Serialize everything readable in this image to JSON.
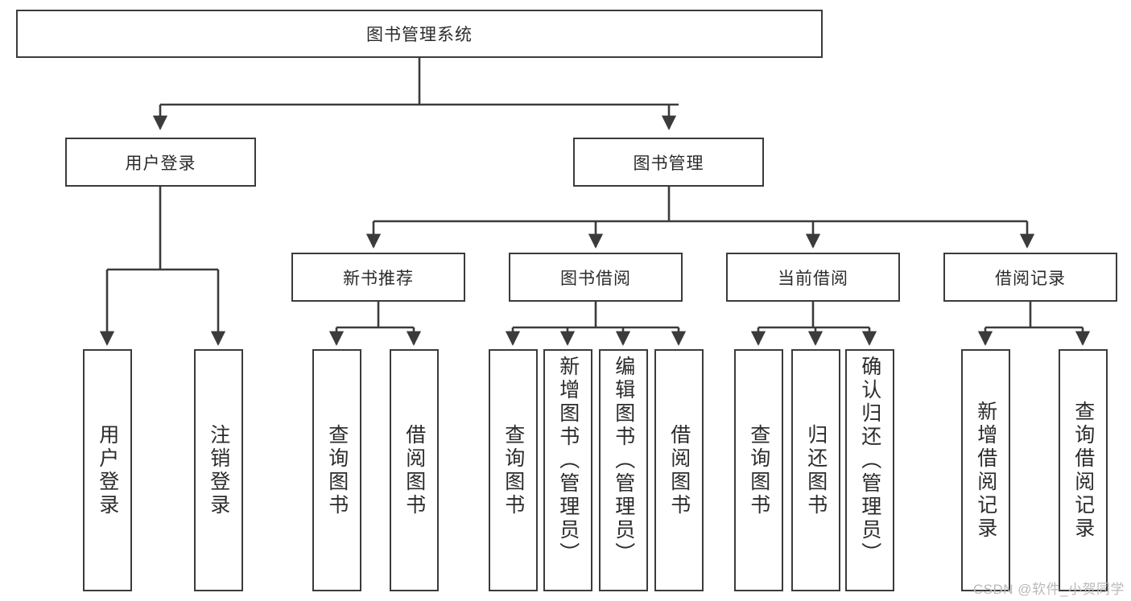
{
  "diagram": {
    "title": "图书管理系统",
    "type": "tree-hierarchy-chart",
    "colors": {
      "stroke": "#3b3b3b",
      "text": "#2b2b2b",
      "background": "#ffffff",
      "watermark": "#b9b9b9"
    },
    "root": {
      "id": "root",
      "label": "图书管理系统"
    },
    "level1": [
      {
        "id": "user-login",
        "label": "用户登录"
      },
      {
        "id": "book-manage",
        "label": "图书管理"
      }
    ],
    "level2": [
      {
        "id": "new-book-recommend",
        "label": "新书推荐",
        "parent": "book-manage"
      },
      {
        "id": "book-borrow",
        "label": "图书借阅",
        "parent": "book-manage"
      },
      {
        "id": "current-borrow",
        "label": "当前借阅",
        "parent": "book-manage"
      },
      {
        "id": "borrow-record",
        "label": "借阅记录",
        "parent": "book-manage"
      }
    ],
    "leaves": {
      "user-login": [
        {
          "id": "leaf-user-login",
          "label": "用户登录"
        },
        {
          "id": "leaf-user-logout",
          "label": "注销登录"
        }
      ],
      "new-book-recommend": [
        {
          "id": "leaf-query-book-1",
          "label": "查询图书"
        },
        {
          "id": "leaf-borrow-book-1",
          "label": "借阅图书"
        }
      ],
      "book-borrow": [
        {
          "id": "leaf-query-book-2",
          "label": "查询图书"
        },
        {
          "id": "leaf-add-book",
          "label": "新增图书（管理员）"
        },
        {
          "id": "leaf-edit-book",
          "label": "编辑图书（管理员）"
        },
        {
          "id": "leaf-borrow-book-2",
          "label": "借阅图书"
        }
      ],
      "current-borrow": [
        {
          "id": "leaf-query-book-3",
          "label": "查询图书"
        },
        {
          "id": "leaf-return-book",
          "label": "归还图书"
        },
        {
          "id": "leaf-confirm-return",
          "label": "确认归还（管理员）"
        }
      ],
      "borrow-record": [
        {
          "id": "leaf-add-record",
          "label": "新增借阅记录"
        },
        {
          "id": "leaf-query-record",
          "label": "查询借阅记录"
        }
      ]
    }
  },
  "watermark": {
    "text": "CSDN @软件_小贺同学"
  }
}
